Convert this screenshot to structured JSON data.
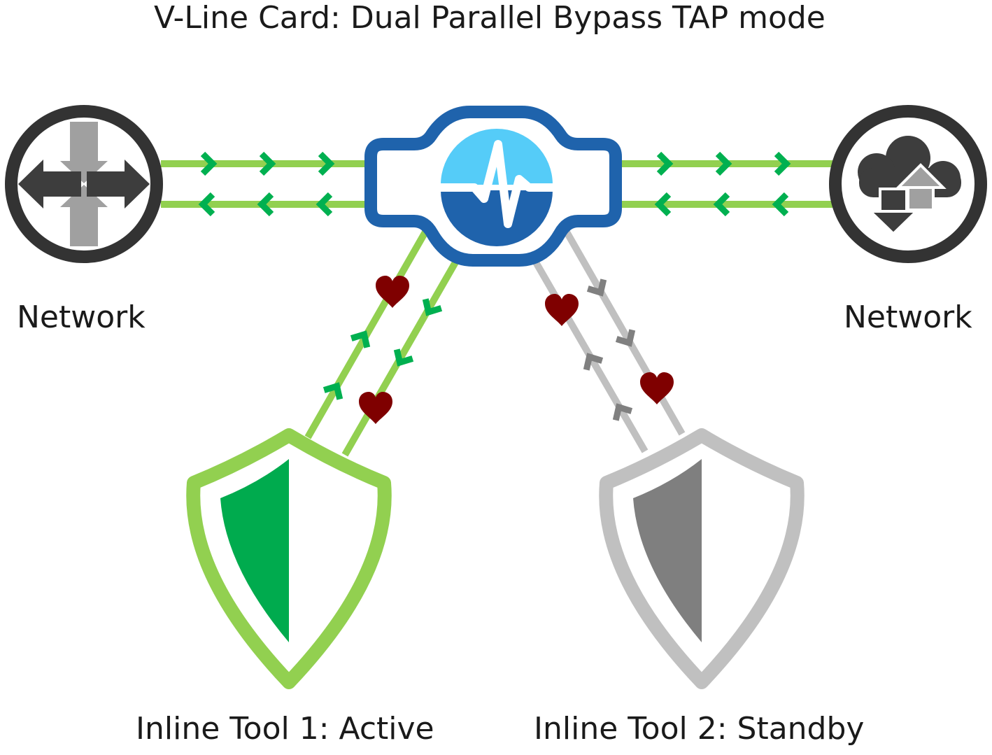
{
  "title": "V-Line Card: Dual Parallel Bypass TAP mode",
  "nodes": {
    "network_left": {
      "label": "Network",
      "icon": "router-icon"
    },
    "network_right": {
      "label": "Network",
      "icon": "cloud-upload-download-icon"
    },
    "vline_card": {
      "icon": "heartbeat-pulse-icon"
    },
    "tool_active": {
      "label": "Inline Tool 1: Active",
      "icon": "shield-icon",
      "status": "active"
    },
    "tool_standby": {
      "label": "Inline Tool 2: Standby",
      "icon": "shield-icon",
      "status": "standby"
    }
  },
  "colors": {
    "active_link": "#92d050",
    "active_arrow": "#00b050",
    "standby_link": "#c0c0c0",
    "standby_arrow": "#808080",
    "card_blue": "#1f63ac",
    "card_light_blue": "#55ccf8",
    "network_ring": "#333333",
    "heartbeat": "#7f0000",
    "shield_active_fill": "#00ab4e",
    "shield_standby_fill": "#7f7f7f"
  },
  "icons": [
    "router-icon",
    "cloud-upload-download-icon",
    "heartbeat-pulse-icon",
    "shield-icon",
    "heart-icon",
    "chevron-icon"
  ]
}
